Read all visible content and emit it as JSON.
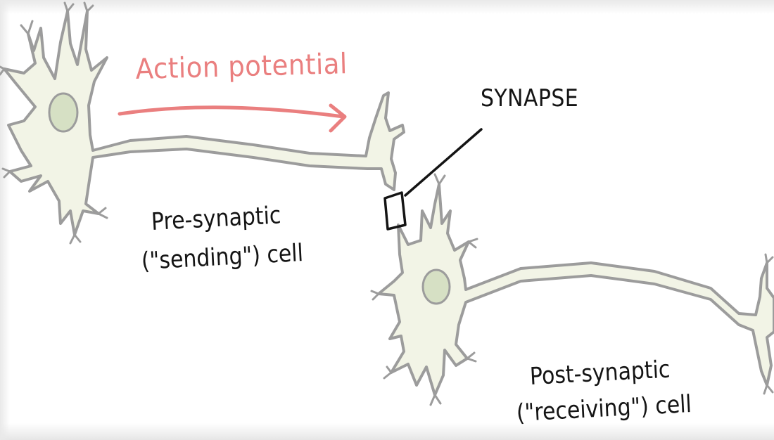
{
  "labels": {
    "action_potential": "Action potential",
    "synapse": "SYNAPSE",
    "pre_line1": "Pre-synaptic",
    "pre_line2": "(\"sending\") cell",
    "post_line1": "Post-synaptic",
    "post_line2": "(\"receiving\") cell"
  },
  "colors": {
    "neuron_fill": "#f2f4e6",
    "neuron_outline": "#9c9c9c",
    "nucleus_fill": "#d6e0c4",
    "arrow": "#ea7f7f",
    "ink": "#141414"
  }
}
